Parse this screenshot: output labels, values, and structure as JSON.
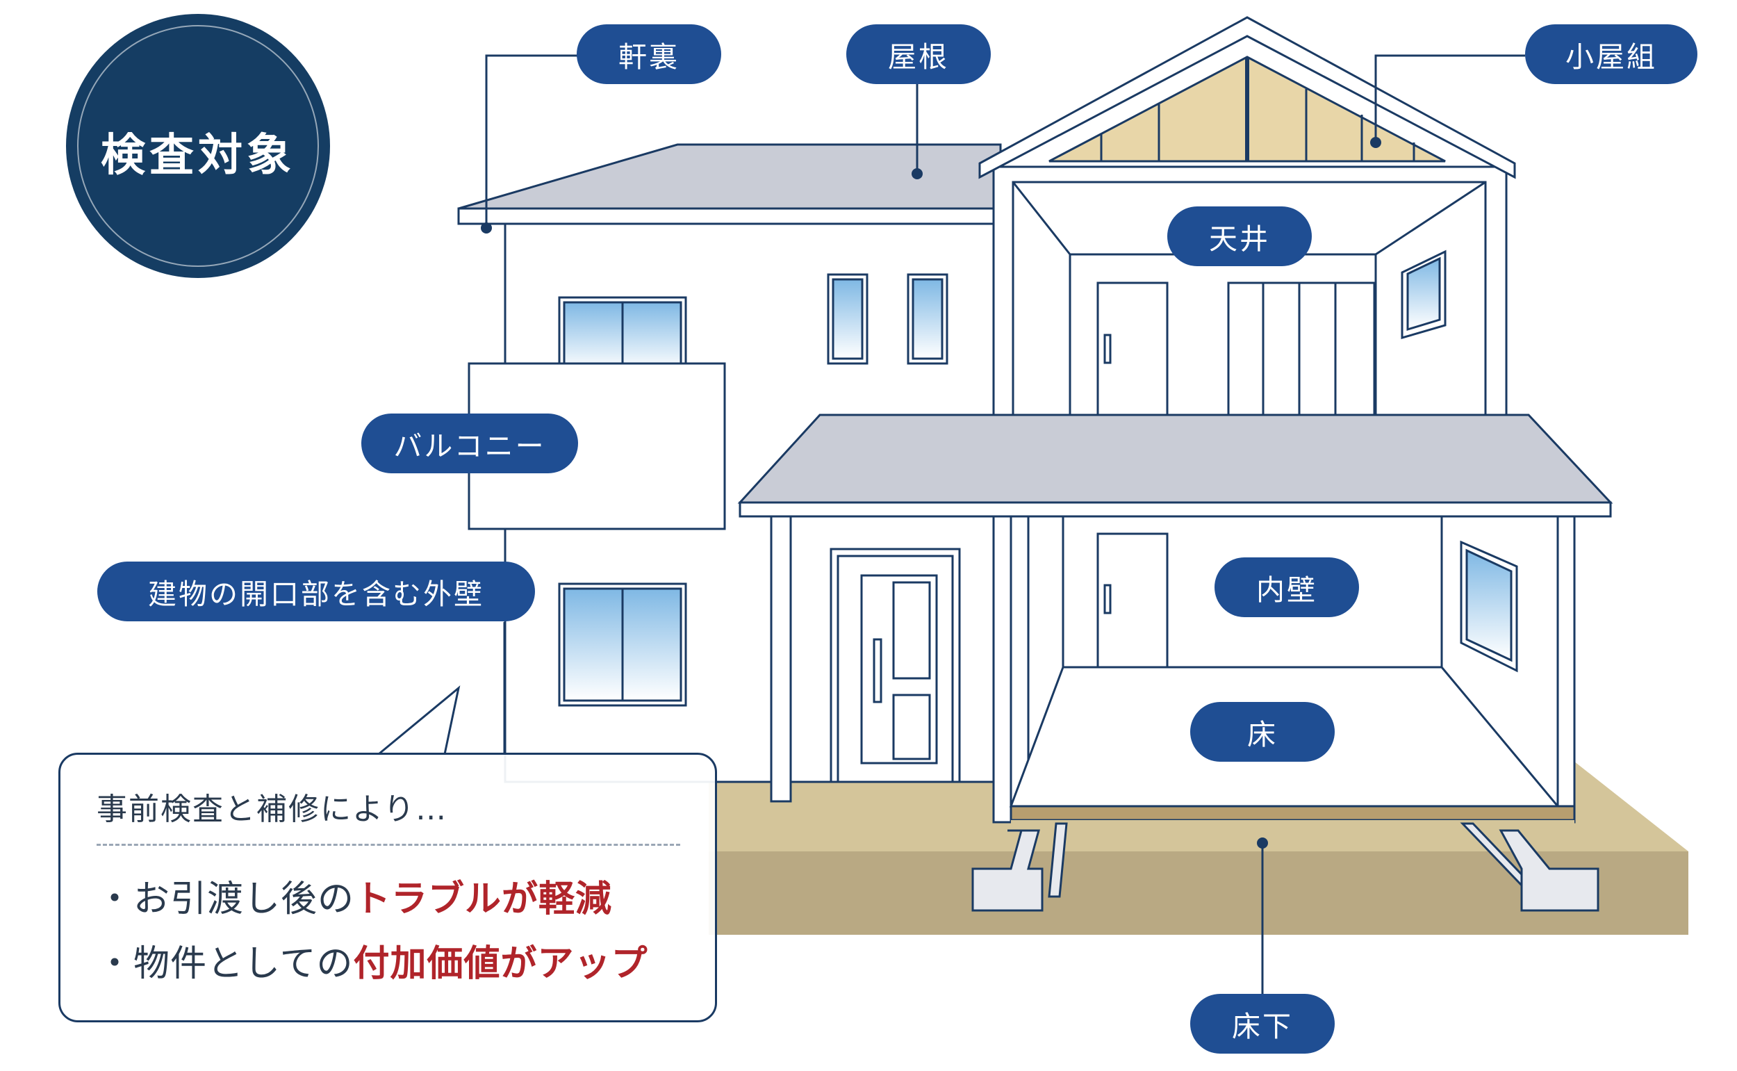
{
  "badge": {
    "label": "検査対象"
  },
  "labels": {
    "eaves_underside": "軒裏",
    "roof": "屋根",
    "roof_truss": "小屋組",
    "ceiling": "天井",
    "balcony": "バルコニー",
    "exterior_wall": "建物の開口部を含む外壁",
    "interior_wall": "内壁",
    "floor": "床",
    "underfloor": "床下"
  },
  "callout": {
    "intro": "事前検査と補修により…",
    "items": [
      {
        "prefix": "・お引渡し後の",
        "emphasis": "トラブルが軽減"
      },
      {
        "prefix": "・物件としての",
        "emphasis": "付加価値がアップ"
      }
    ]
  },
  "colors": {
    "navy": "#153d63",
    "pill_blue": "#1f4e93",
    "emphasis_red": "#b0242a",
    "line_navy": "#1a3a63",
    "roof_gray": "#c9ccd6",
    "ground_tan": "#cbbb8f",
    "truss_wood": "#e8d6a8",
    "window_blue": "#8ec3e8"
  }
}
